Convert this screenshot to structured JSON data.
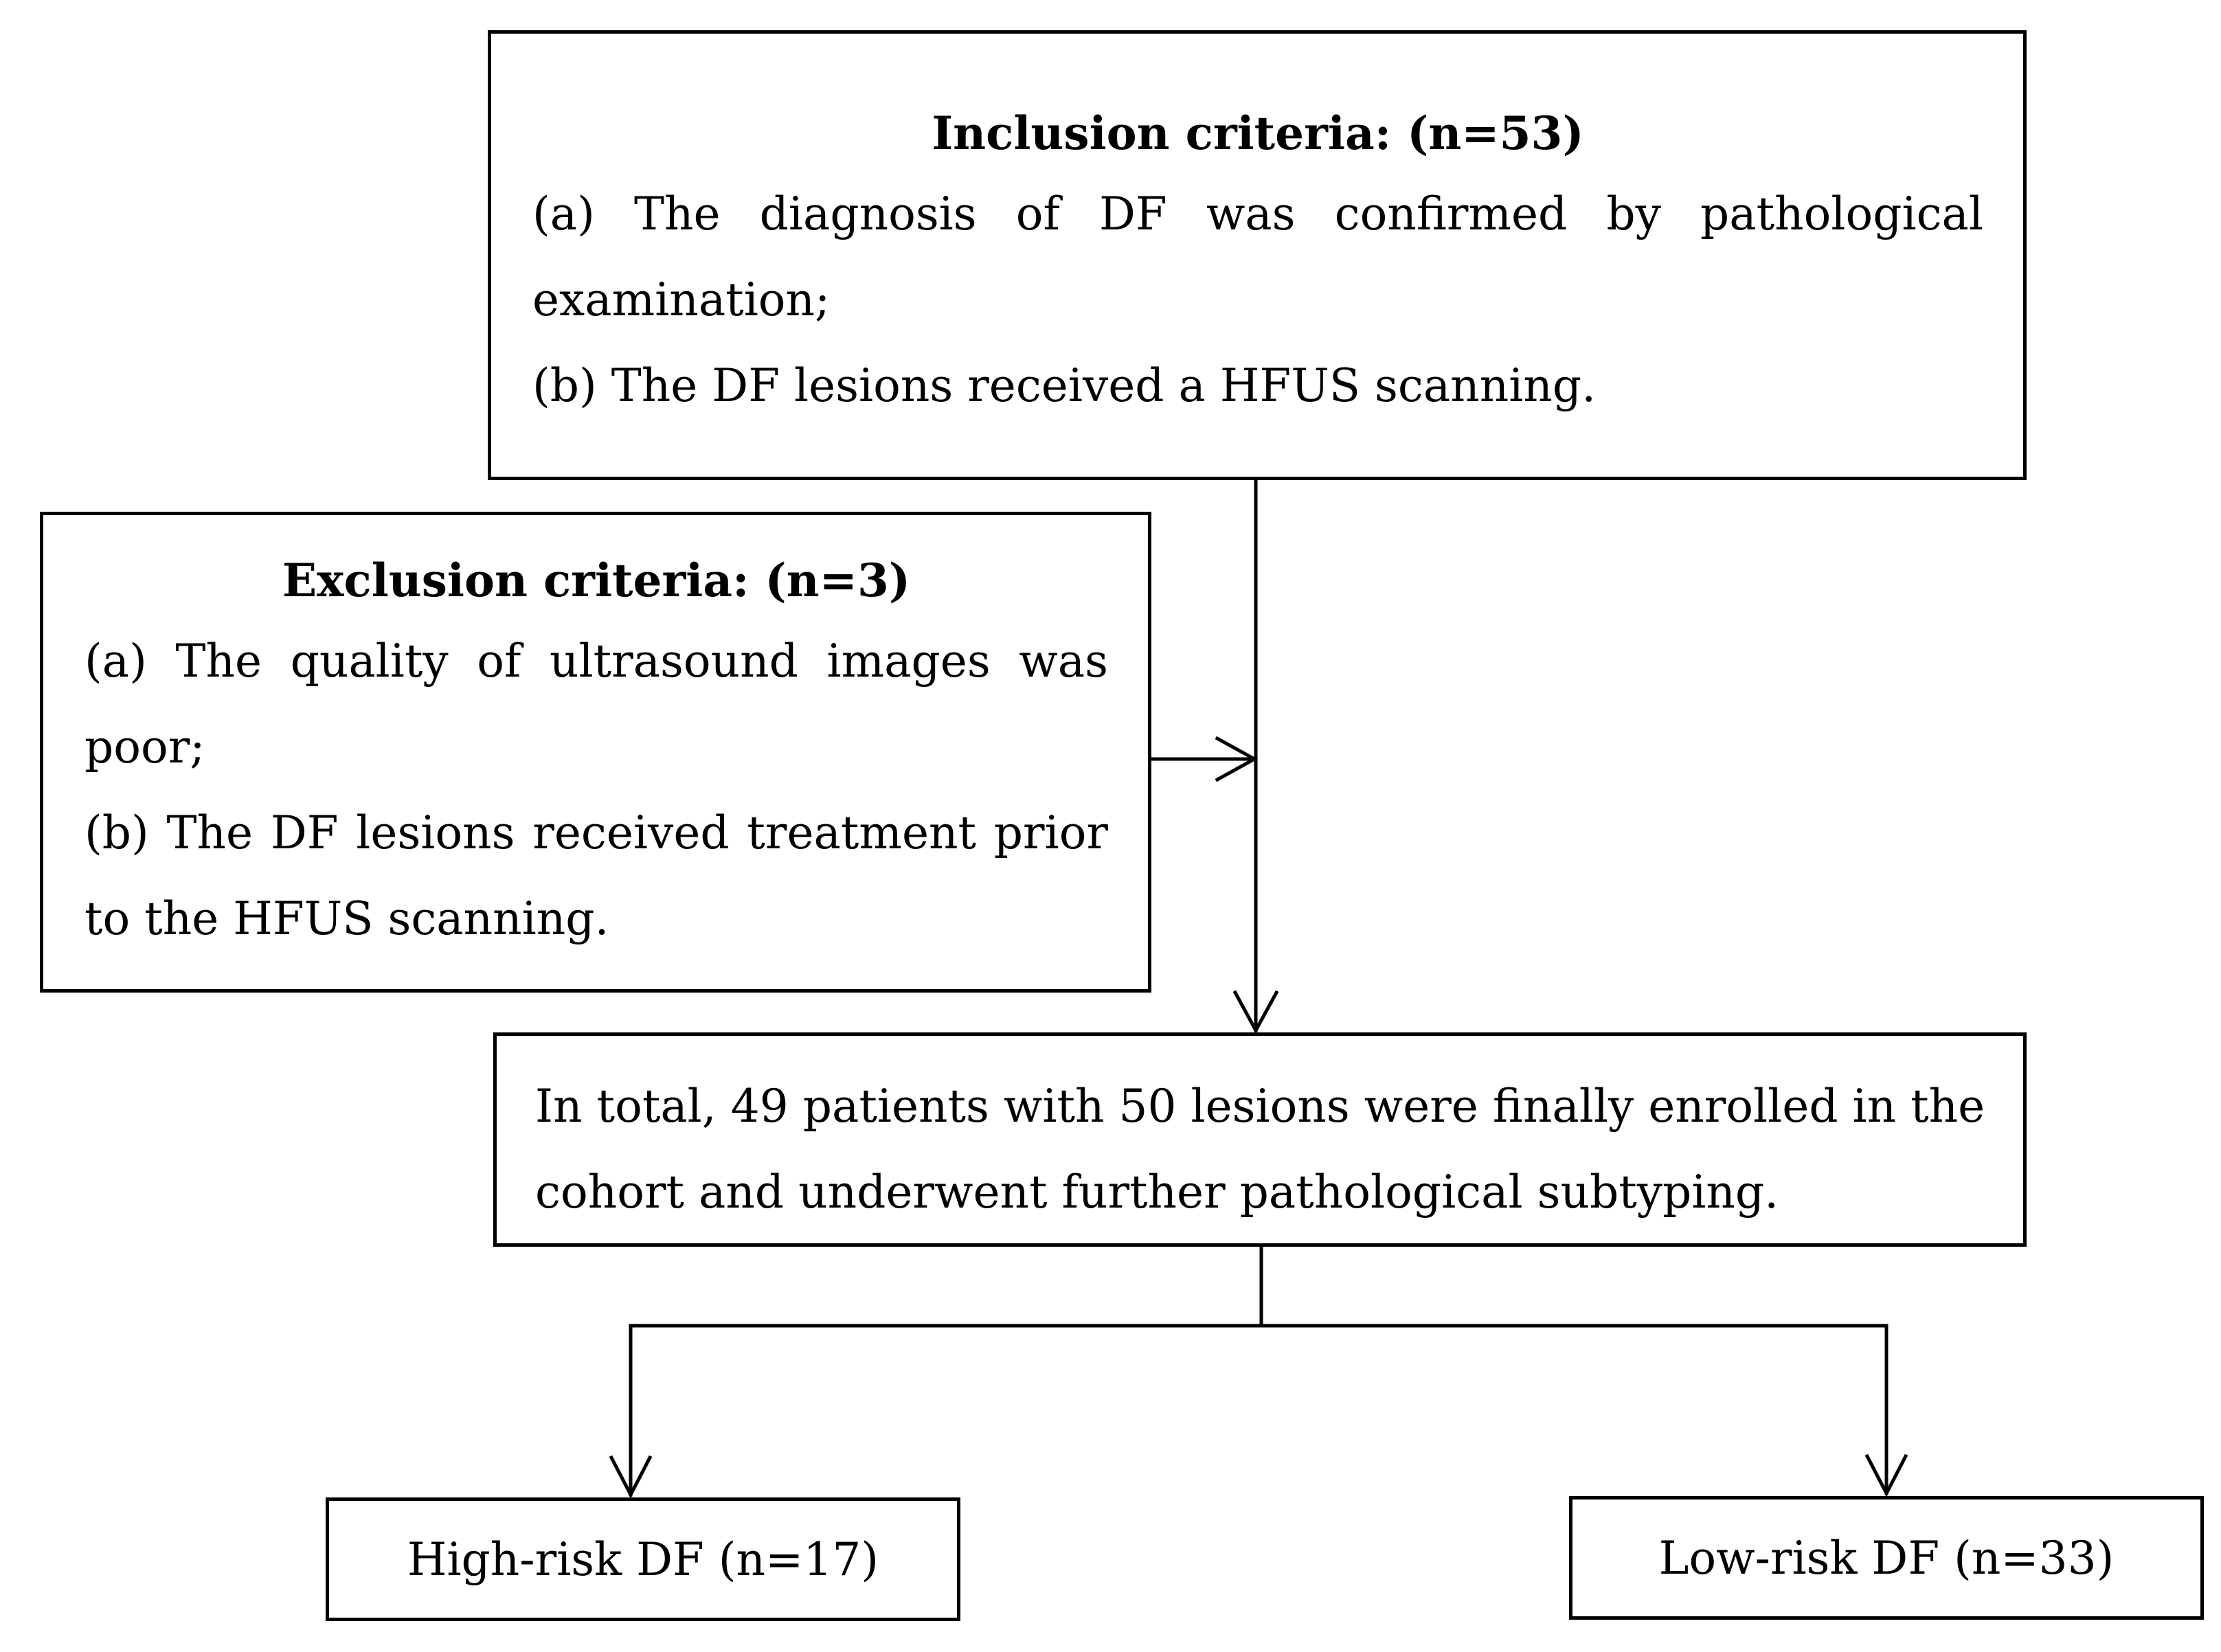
{
  "inclusion": {
    "heading": "Inclusion criteria: (n=53)",
    "line_a1": "(a) The diagnosis of DF was confirmed by pathological",
    "line_a2": "examination;",
    "line_b": "(b) The DF lesions received a HFUS scanning."
  },
  "exclusion": {
    "heading": "Exclusion criteria: (n=3)",
    "line_a1": "(a) The quality of ultrasound images was",
    "line_a2": "poor;",
    "line_b1": "(b) The DF lesions received treatment prior",
    "line_b2": "to the HFUS scanning."
  },
  "total": {
    "line1": "In total, 49 patients with 50 lesions were finally enrolled in the",
    "line2": "cohort and underwent further pathological subtyping."
  },
  "outcomes": {
    "high_risk": "High-risk DF (n=17)",
    "low_risk": "Low-risk DF (n=33)"
  }
}
